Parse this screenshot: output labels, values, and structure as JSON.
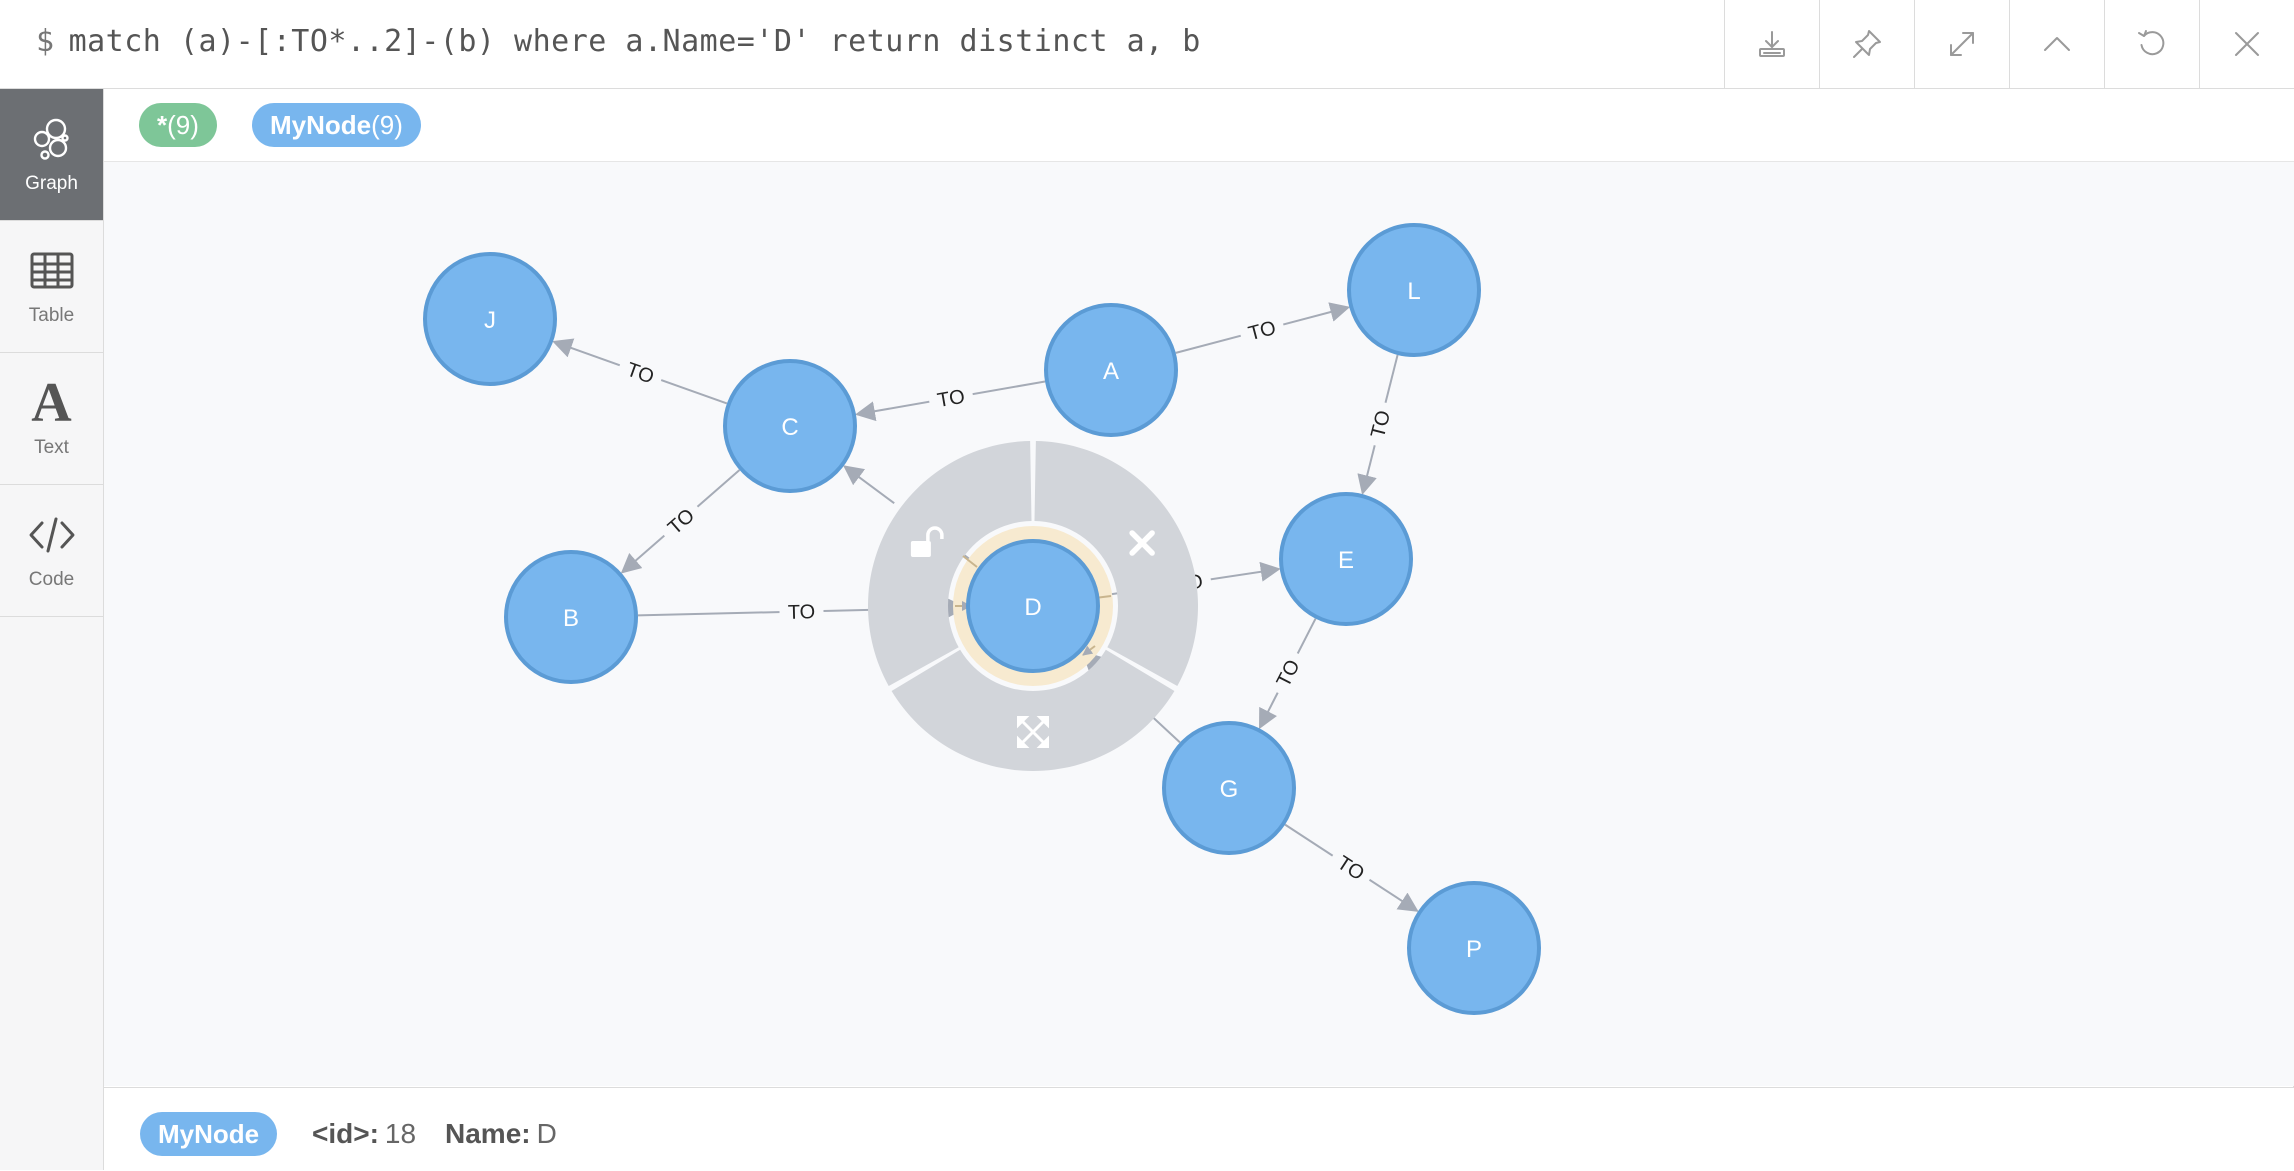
{
  "query": {
    "prompt": "$",
    "text": "match (a)-[:TO*..2]-(b) where a.Name='D' return distinct a, b"
  },
  "toolbar": [
    {
      "name": "download-icon"
    },
    {
      "name": "pin-icon"
    },
    {
      "name": "expand-icon"
    },
    {
      "name": "collapse-up-icon"
    },
    {
      "name": "rerun-icon"
    },
    {
      "name": "close-icon"
    }
  ],
  "sidebar": {
    "items": [
      {
        "label": "Graph",
        "icon": "graph-icon",
        "active": true
      },
      {
        "label": "Table",
        "icon": "table-icon",
        "active": false
      },
      {
        "label": "Text",
        "icon": "text-icon",
        "active": false
      },
      {
        "label": "Code",
        "icon": "code-icon",
        "active": false
      }
    ]
  },
  "labels": {
    "all": {
      "label": "*",
      "count": "(9)",
      "color": "#7ec698"
    },
    "mynode": {
      "label": "MyNode",
      "count": "(9)",
      "color": "#78b6ee"
    }
  },
  "graph": {
    "node_color": "#78b6ee",
    "node_border": "#5b9bd5",
    "selected_ring": "#f7ead0",
    "nodes": [
      {
        "id": "J",
        "label": "J"
      },
      {
        "id": "C",
        "label": "C"
      },
      {
        "id": "A",
        "label": "A"
      },
      {
        "id": "L",
        "label": "L"
      },
      {
        "id": "B",
        "label": "B"
      },
      {
        "id": "D",
        "label": "D",
        "selected": true
      },
      {
        "id": "E",
        "label": "E"
      },
      {
        "id": "G",
        "label": "G"
      },
      {
        "id": "P",
        "label": "P"
      }
    ],
    "relationships": [
      {
        "from": "C",
        "to": "J",
        "type": "TO"
      },
      {
        "from": "A",
        "to": "C",
        "type": "TO"
      },
      {
        "from": "A",
        "to": "L",
        "type": "TO"
      },
      {
        "from": "C",
        "to": "B",
        "type": "TO"
      },
      {
        "from": "B",
        "to": "D",
        "type": "TO"
      },
      {
        "from": "D",
        "to": "C",
        "type": "TO"
      },
      {
        "from": "D",
        "to": "E",
        "type": "TO"
      },
      {
        "from": "L",
        "to": "E",
        "type": "TO"
      },
      {
        "from": "E",
        "to": "G",
        "type": "TO"
      },
      {
        "from": "G",
        "to": "D",
        "type": "TO"
      },
      {
        "from": "G",
        "to": "P",
        "type": "TO"
      }
    ],
    "context_menu": [
      {
        "name": "unlock-icon",
        "action": "unlock"
      },
      {
        "name": "remove-icon",
        "action": "remove"
      },
      {
        "name": "expand-node-icon",
        "action": "expand"
      }
    ]
  },
  "status": {
    "label": "MyNode",
    "id_key": "<id>:",
    "id_value": "18",
    "name_key": "Name:",
    "name_value": "D"
  }
}
